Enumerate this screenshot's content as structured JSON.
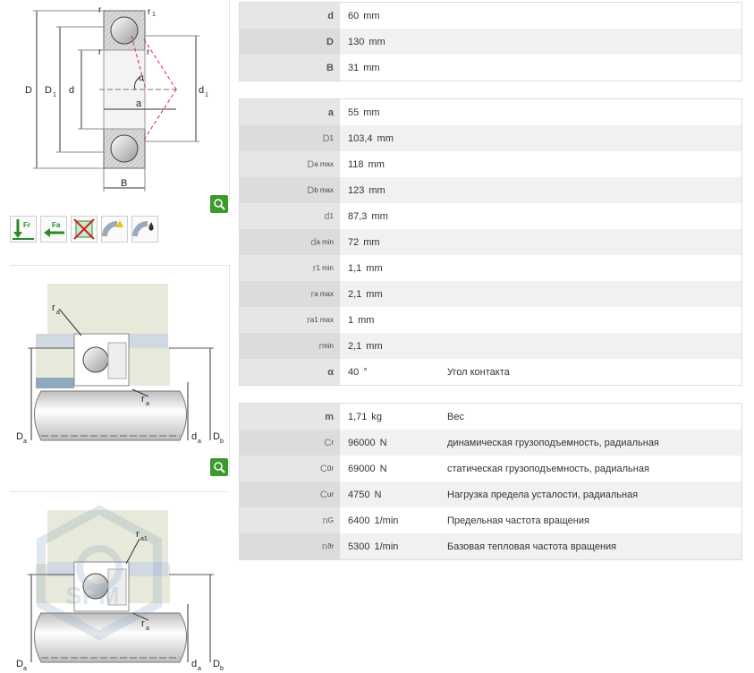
{
  "colors": {
    "accent_green": "#3a9a2a",
    "label_bg": "#e6e6e6",
    "row_alt": "#f1f1f1"
  },
  "drawing1": {
    "labels": {
      "D": "D",
      "D1": "D",
      "D1_sub": "1",
      "d": "d",
      "d1": "d",
      "d1_sub": "1",
      "a": "a",
      "B": "B",
      "alpha": "α",
      "r": "r",
      "r1": "r",
      "r1_sub": "1"
    }
  },
  "drawing2": {
    "labels": {
      "ra": "r",
      "ra_sub": "a",
      "ra2": "r",
      "ra2_sub": "a",
      "Da": "D",
      "Da_sub": "a",
      "da": "d",
      "da_sub": "a",
      "Db": "D",
      "Db_sub": "b"
    }
  },
  "drawing3": {
    "labels": {
      "ra1": "r",
      "ra1_sub": "a1",
      "ra": "r",
      "ra_sub": "a",
      "Da": "D",
      "Da_sub": "a",
      "da": "d",
      "da_sub": "a",
      "Db": "D",
      "Db_sub": "b"
    },
    "watermark": "SPM"
  },
  "icons": [
    "radial-load-icon",
    "axial-load-icon",
    "no-seal-icon",
    "lubrication-icon",
    "oil-icon"
  ],
  "icon_labels": {
    "fr": "Fr",
    "fa": "Fa"
  },
  "table1": [
    {
      "label": "d",
      "sub": "",
      "value": "60",
      "unit": "mm",
      "desc": ""
    },
    {
      "label": "D",
      "sub": "",
      "value": "130",
      "unit": "mm",
      "desc": ""
    },
    {
      "label": "B",
      "sub": "",
      "value": "31",
      "unit": "mm",
      "desc": ""
    }
  ],
  "table2": [
    {
      "label": "a",
      "sub": "",
      "value": "55",
      "unit": "mm",
      "desc": ""
    },
    {
      "label": "D",
      "sub": "1",
      "value": "103,4",
      "unit": "mm",
      "desc": ""
    },
    {
      "label": "D",
      "sub": "a max",
      "value": "118",
      "unit": "mm",
      "desc": ""
    },
    {
      "label": "D",
      "sub": "b max",
      "value": "123",
      "unit": "mm",
      "desc": ""
    },
    {
      "label": "d",
      "sub": "1",
      "value": "87,3",
      "unit": "mm",
      "desc": ""
    },
    {
      "label": "d",
      "sub": "a min",
      "value": "72",
      "unit": "mm",
      "desc": ""
    },
    {
      "label": "r",
      "sub": "1 min",
      "value": "1,1",
      "unit": "mm",
      "desc": ""
    },
    {
      "label": "r",
      "sub": "a max",
      "value": "2,1",
      "unit": "mm",
      "desc": ""
    },
    {
      "label": "r",
      "sub": "a1 max",
      "value": "1",
      "unit": "mm",
      "desc": ""
    },
    {
      "label": "r",
      "sub": "min",
      "value": "2,1",
      "unit": "mm",
      "desc": ""
    },
    {
      "label": "α",
      "sub": "",
      "value": "40",
      "unit": "°",
      "desc": "Угол контакта"
    }
  ],
  "table3": [
    {
      "label": "m",
      "sub": "",
      "value": "1,71",
      "unit": "kg",
      "desc": "Вес"
    },
    {
      "label": "C",
      "sub": "r",
      "value": "96000",
      "unit": "N",
      "desc": "динамическая грузоподъемность, радиальная"
    },
    {
      "label": "C",
      "sub": "0r",
      "value": "69000",
      "unit": "N",
      "desc": "статическая грузоподъемность, радиальная"
    },
    {
      "label": "C",
      "sub": "ur",
      "value": "4750",
      "unit": "N",
      "desc": "Нагрузка предела усталости, радиальная"
    },
    {
      "label": "n",
      "sub": "G",
      "value": "6400",
      "unit": "1/min",
      "desc": "Предельная частота вращения"
    },
    {
      "label": "n",
      "sub": "ϑr",
      "value": "5300",
      "unit": "1/min",
      "desc": "Базовая тепловая частота вращения"
    }
  ]
}
